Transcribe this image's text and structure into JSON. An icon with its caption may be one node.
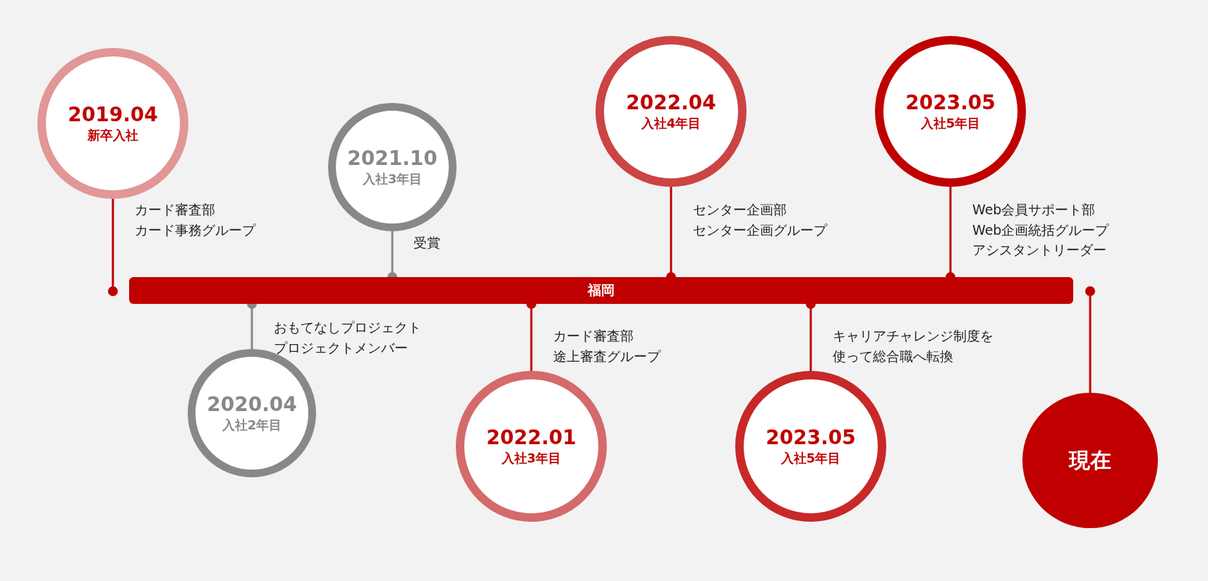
{
  "diagram": {
    "nodes": [
      {
        "text": [
          "2019.04",
          "新卒入社"
        ],
        "beside": [
          "カード審査部",
          "カード事務グループ"
        ]
      },
      {
        "text": [],
        "shape": "circle"
      },
      {
        "text": [
          "福岡"
        ]
      },
      {
        "text": [
          "2020.04",
          "入社2年目"
        ],
        "beside": [
          "おもてなしプロジェクト",
          "プロジェクトメンバー"
        ]
      },
      {
        "text": [
          "2021.10",
          "入社3年目"
        ],
        "beside": [
          "受賞"
        ]
      },
      {
        "text": [
          "2022.01",
          "入社3年目"
        ],
        "beside": [
          "カード審査部",
          "途上審査グループ"
        ]
      },
      {
        "text": [
          "2022.04",
          "入社4年目"
        ],
        "beside": [
          "センター企画部",
          "センター企画グループ"
        ]
      },
      {
        "text": [
          "2023.05",
          "入社5年目"
        ],
        "beside": [
          "キャリアチャレンジ制度を使って総合職へ転換"
        ]
      },
      {
        "text": [
          "2023.05",
          "入社5年目"
        ],
        "beside": [
          "Web会員サポート部",
          "Web企画統括グループ",
          "アシスタントリーダー"
        ]
      },
      {
        "text": [
          "現在"
        ]
      },
      {
        "text": [],
        "shape": "circle"
      }
    ],
    "edges": [
      {
        "from": 0,
        "to": 1,
        "arrow": "none"
      },
      {
        "from": 3,
        "to": 2,
        "arrow": "other",
        "color": "#888888"
      },
      {
        "from": 4,
        "to": 2,
        "arrow": "other",
        "color": "#888888"
      },
      {
        "from": 5,
        "to": 2,
        "arrow": "other"
      },
      {
        "from": 6,
        "to": 2,
        "arrow": "other"
      },
      {
        "from": 7,
        "to": 2,
        "arrow": "other"
      },
      {
        "from": 8,
        "to": 2,
        "arrow": "other"
      },
      {
        "from": 9,
        "to": 10,
        "arrow": "none"
      }
    ]
  }
}
